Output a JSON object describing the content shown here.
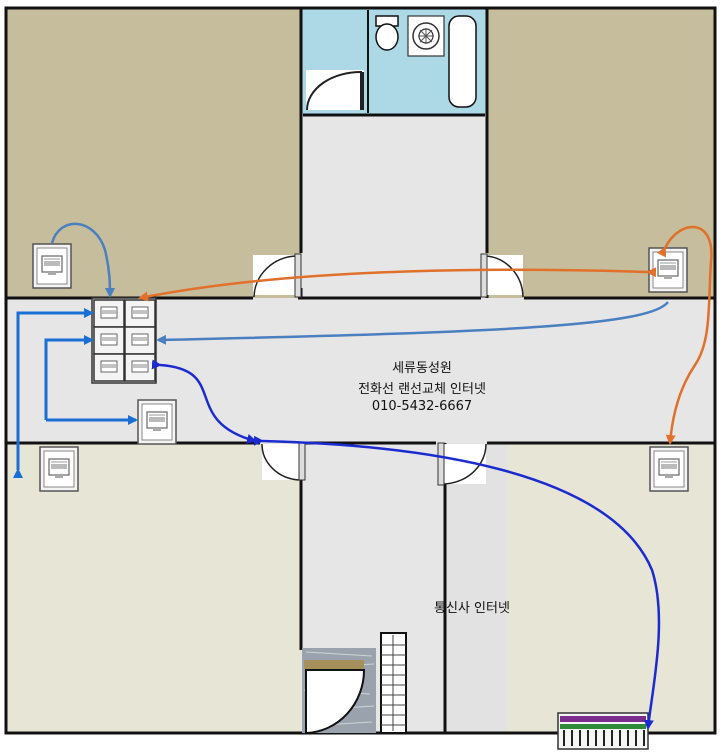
{
  "center_label": {
    "line1": "세류동성원",
    "line2": "전화선 랜선교체 인터넷",
    "line3": "010-5432-6667"
  },
  "lower_label": "통신사 인터넷",
  "colors": {
    "room_upper": "#c5bd9c",
    "room_lower": "#e7e5d5",
    "corridor": "#e6e6e6",
    "bathroom": "#add9e6",
    "wall": "#111111",
    "arrow_orange": "#e0702a",
    "arrow_steel": "#4a7fc0",
    "arrow_bright": "#1a6fd4",
    "arrow_navy": "#1c2bd0"
  },
  "icons": [
    "lan-jack-icon",
    "door-swing-icon",
    "toilet-icon",
    "sink-icon",
    "bathtub-icon",
    "patch-panel-icon",
    "stairs-icon"
  ]
}
